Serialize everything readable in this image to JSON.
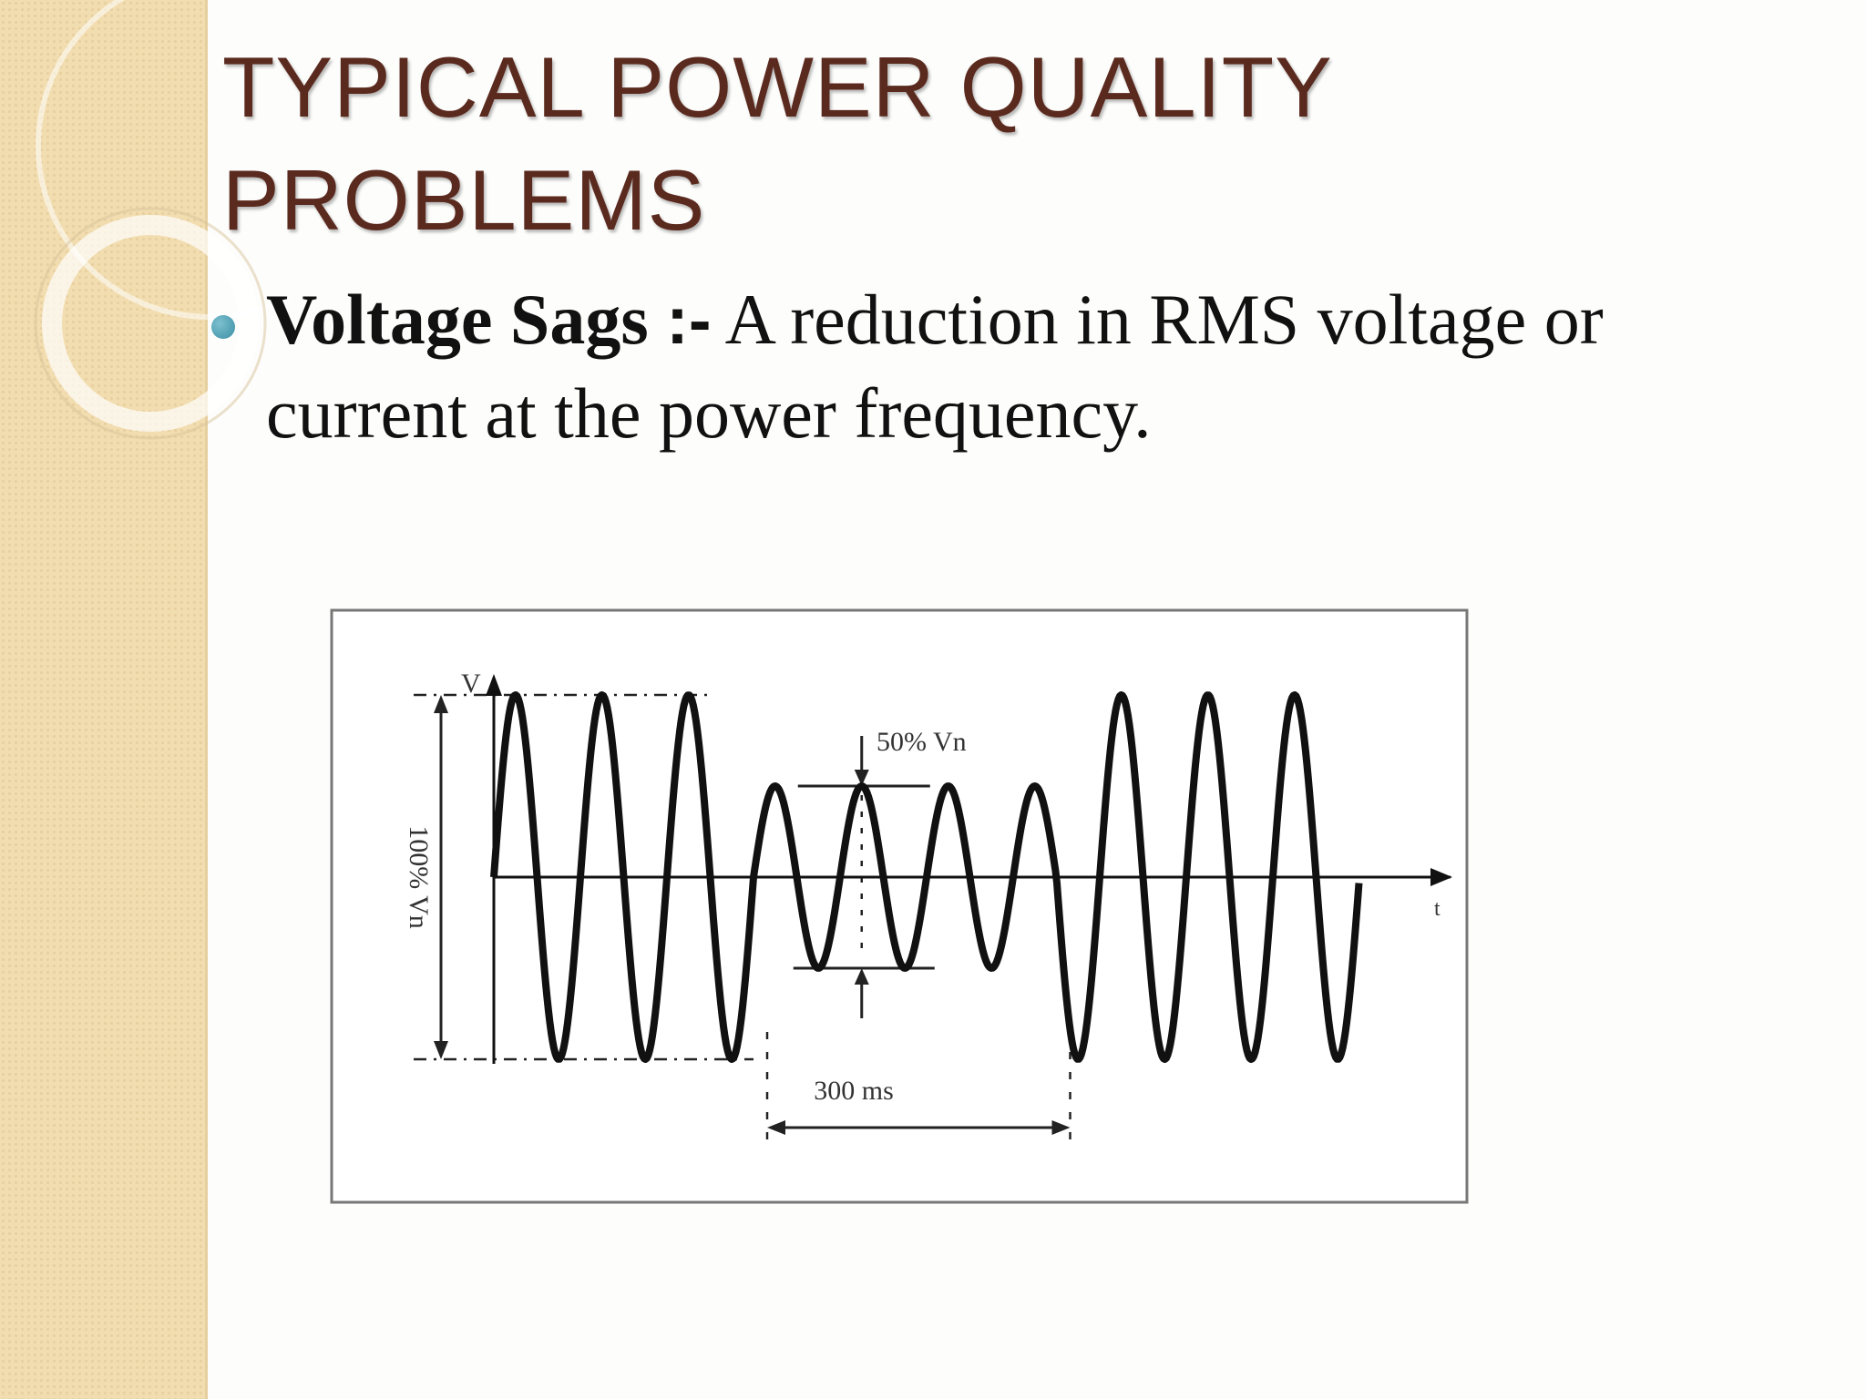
{
  "slide": {
    "title": "TYPICAL POWER QUALITY PROBLEMS",
    "bullet": {
      "term": "Voltage Sags",
      "separator": ":-",
      "definition": "A reduction in RMS voltage or current at the power frequency."
    }
  },
  "diagram": {
    "v_axis_label": "V",
    "t_axis_label": "t",
    "nominal_label": "100% Vn",
    "sag_label": "50% Vn",
    "duration_label": "300 ms",
    "sag_depth_fraction": 0.5,
    "cycles_before_sag": 3,
    "cycles_during_sag": 3.5,
    "cycles_after_sag": 3.5
  },
  "colors": {
    "title": "#5b2a1e",
    "text": "#111111",
    "bullet": "#3a8ea3",
    "side_panel": "#f2ddb0"
  }
}
